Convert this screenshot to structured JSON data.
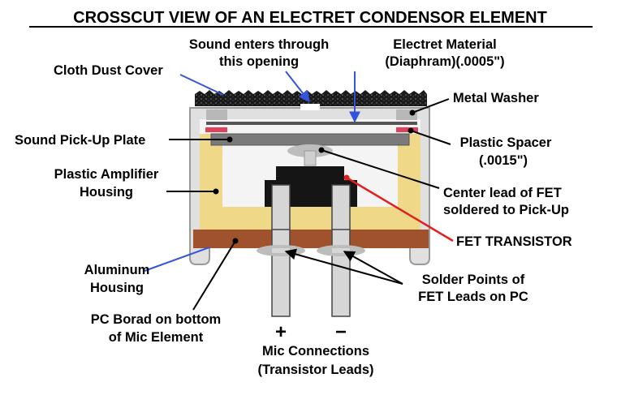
{
  "title": "CROSSCUT VIEW OF AN ELECTRET CONDENSOR ELEMENT",
  "labels": {
    "sound_enters": [
      "Sound enters through",
      "this opening"
    ],
    "electret": [
      "Electret Material",
      "(Diaphram)(.0005\")"
    ],
    "cloth_cover": "Cloth Dust Cover",
    "metal_washer": "Metal Washer",
    "pickup_plate": "Sound Pick-Up Plate",
    "plastic_spacer": [
      "Plastic Spacer",
      "(.0015\")"
    ],
    "amp_housing": [
      "Plastic Amplifier",
      "Housing"
    ],
    "center_lead": [
      "Center lead of FET",
      "soldered to Pick-Up"
    ],
    "fet": "FET TRANSISTOR",
    "aluminum": [
      "Aluminum",
      "Housing"
    ],
    "solder_points": [
      "Solder Points of",
      "FET Leads on PC"
    ],
    "pc_board": [
      "PC Borad on bottom",
      "of Mic Element"
    ],
    "plus_sign": "+",
    "minus_sign": "−",
    "mic_connections": [
      "Mic Connections",
      "(Transistor Leads)"
    ]
  },
  "colors": {
    "aluminum": "#e0e0e0",
    "aluminum_edge": "#9a9a9a",
    "amp_housing": "#efd988",
    "pc_board": "#a0522d",
    "fet": "#151515",
    "spacer": "#e0405a",
    "leader_blue": "#3355dd",
    "leader_red": "#e02020"
  }
}
